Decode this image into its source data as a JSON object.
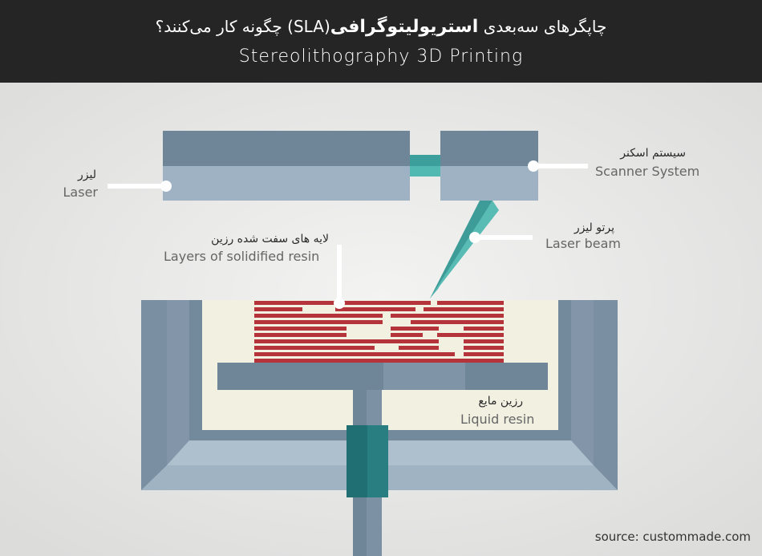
{
  "header": {
    "title_fa_prefix": "چاپگرهای سه‌بعدی",
    "title_fa_bold": "استریولیتوگرافی",
    "title_fa_abbr": "(SLA)",
    "title_fa_suffix": "چگونه کار می‌کنند؟",
    "title_en": "Stereolithography 3D Printing"
  },
  "labels": {
    "laser": {
      "fa": "لیزر",
      "en": "Laser"
    },
    "scanner": {
      "fa": "سیستم اسکنر",
      "en": "Scanner System"
    },
    "beam": {
      "fa": "پرتو لیزر",
      "en": "Laser beam"
    },
    "layers": {
      "fa": "لایه های سفت شده رزین",
      "en": "Layers of solidified resin"
    },
    "resin": {
      "fa": "رزین مایع",
      "en": "Liquid resin"
    }
  },
  "source": "source: custommade.com",
  "colors": {
    "header_bg": "#252525",
    "resin_layer": "#b5333b",
    "liquid_resin": "#f2f0e1",
    "laser_beam": "#4ab2ad",
    "housing_dark": "#6d8597",
    "housing_light": "#9db1c2"
  }
}
